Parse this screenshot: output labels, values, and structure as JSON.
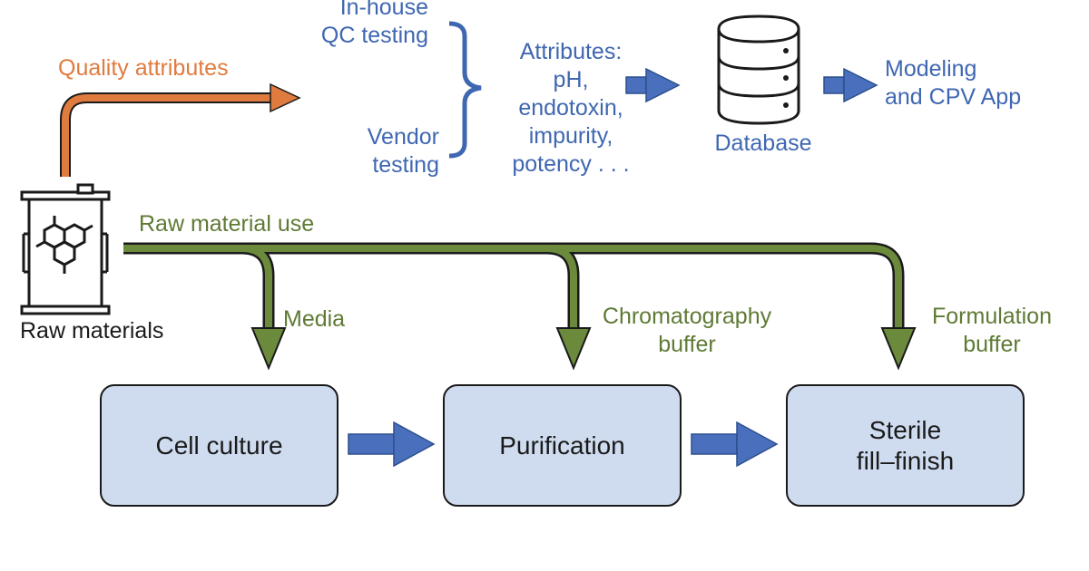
{
  "colors": {
    "blue": "#3f67b1",
    "orange": "#e07b3f",
    "green": "#5e7a34",
    "box_fill": "#cfdcf0",
    "outline": "#1a1a1a"
  },
  "labels": {
    "inhouse_qc": [
      "In-house",
      "QC testing"
    ],
    "vendor": [
      "Vendor",
      "testing"
    ],
    "attributes_title": "Attributes:",
    "attributes_items": [
      "pH,",
      "endotoxin,",
      "impurity,",
      "potency . . ."
    ],
    "database": "Database",
    "modeling": [
      "Modeling",
      "and CPV App"
    ],
    "quality_attributes": "Quality attributes",
    "raw_material_use": "Raw material use",
    "raw_materials": "Raw materials",
    "media": "Media",
    "chromatography": [
      "Chromatography",
      "buffer"
    ],
    "formulation": [
      "Formulation",
      "buffer"
    ]
  },
  "process_steps": [
    {
      "lines": [
        "Cell culture"
      ]
    },
    {
      "lines": [
        "Purification"
      ]
    },
    {
      "lines": [
        "Sterile",
        "fill–finish"
      ]
    }
  ],
  "icons": [
    "barrel-icon",
    "hexagon-molecule-icon",
    "database-icon"
  ]
}
